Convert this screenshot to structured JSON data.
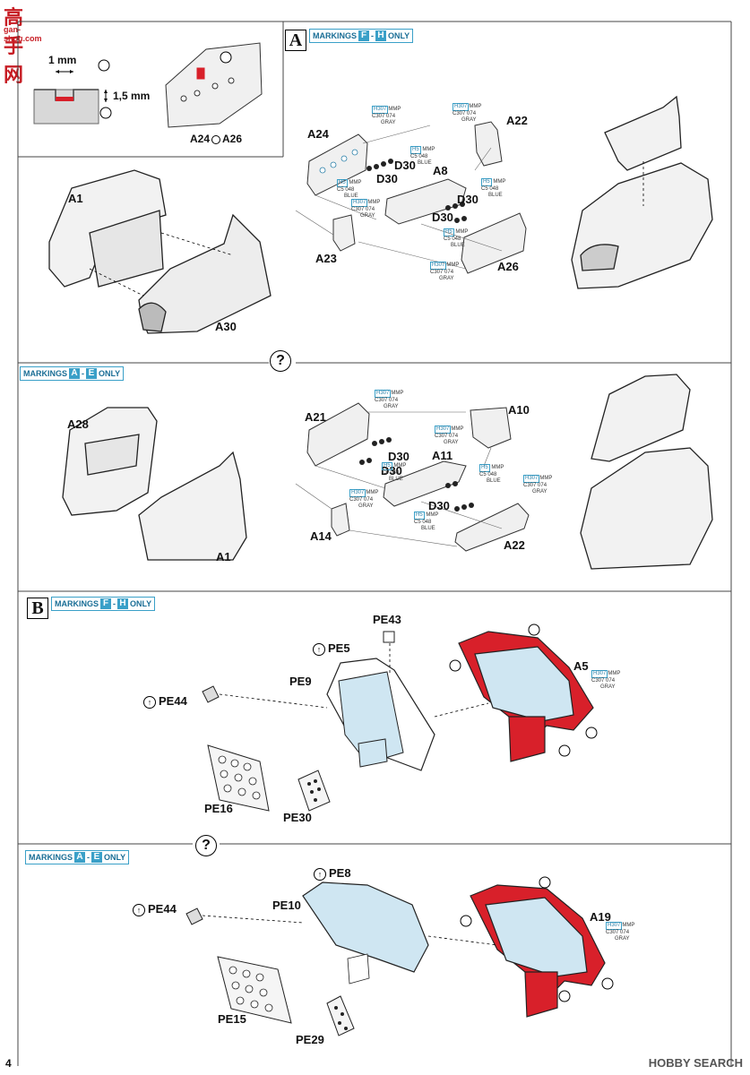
{
  "watermark": {
    "logo_chars": "高手网",
    "url": "gan-shou.com"
  },
  "section_a": {
    "step_letter": "A",
    "markings_fh": {
      "word": "MARKINGS",
      "from": "F",
      "dash": "-",
      "to": "H",
      "suffix": "ONLY"
    },
    "inset": {
      "dim_width": "1 mm",
      "dim_depth": "1,5 mm",
      "parts": [
        "A24",
        "A26"
      ]
    },
    "fh_parts": {
      "a1": "A1",
      "a30": "A30",
      "a24": "A24",
      "a22": "A22",
      "d30_1": "D30",
      "d30_2": "D30",
      "a8": "A8",
      "d30_3": "D30",
      "d30_4": "D30",
      "a23": "A23",
      "a26": "A26"
    },
    "query": "?",
    "markings_ae": {
      "word": "MARKINGS",
      "from": "A",
      "dash": "-",
      "to": "E",
      "suffix": "ONLY"
    },
    "ae_parts": {
      "a28": "A28",
      "a1": "A1",
      "a21": "A21",
      "a10": "A10",
      "d30_1": "D30",
      "a11": "A11",
      "d30_2": "D30",
      "d30_3": "D30",
      "a14": "A14",
      "a22": "A22"
    }
  },
  "section_b": {
    "step_letter": "B",
    "markings_fh": {
      "word": "MARKINGS",
      "from": "F",
      "dash": "-",
      "to": "H",
      "suffix": "ONLY"
    },
    "fh_parts": {
      "pe43": "PE43",
      "pe5": "PE5",
      "pe9": "PE9",
      "pe44": "PE44",
      "pe16": "PE16",
      "pe30": "PE30",
      "a5": "A5"
    },
    "query": "?",
    "markings_ae": {
      "word": "MARKINGS",
      "from": "A",
      "dash": "-",
      "to": "E",
      "suffix": "ONLY"
    },
    "ae_parts": {
      "pe8": "PE8",
      "pe44": "PE44",
      "pe10": "PE10",
      "pe15": "PE15",
      "pe29": "PE29",
      "a19": "A19"
    }
  },
  "paints": {
    "gray": {
      "h": "H307",
      "mmp": "MMP",
      "c": "C307",
      "code": "074",
      "name": "GRAY"
    },
    "blue": {
      "h": "H5",
      "mmp": "MMP",
      "c": "C5",
      "code": "048",
      "name": "BLUE"
    }
  },
  "page_number": "4",
  "footer_brand": "HOBBY SEARCH",
  "colors": {
    "red": "#d8202a",
    "light_blue": "#cfe6f2",
    "accent": "#3aa0c8"
  }
}
